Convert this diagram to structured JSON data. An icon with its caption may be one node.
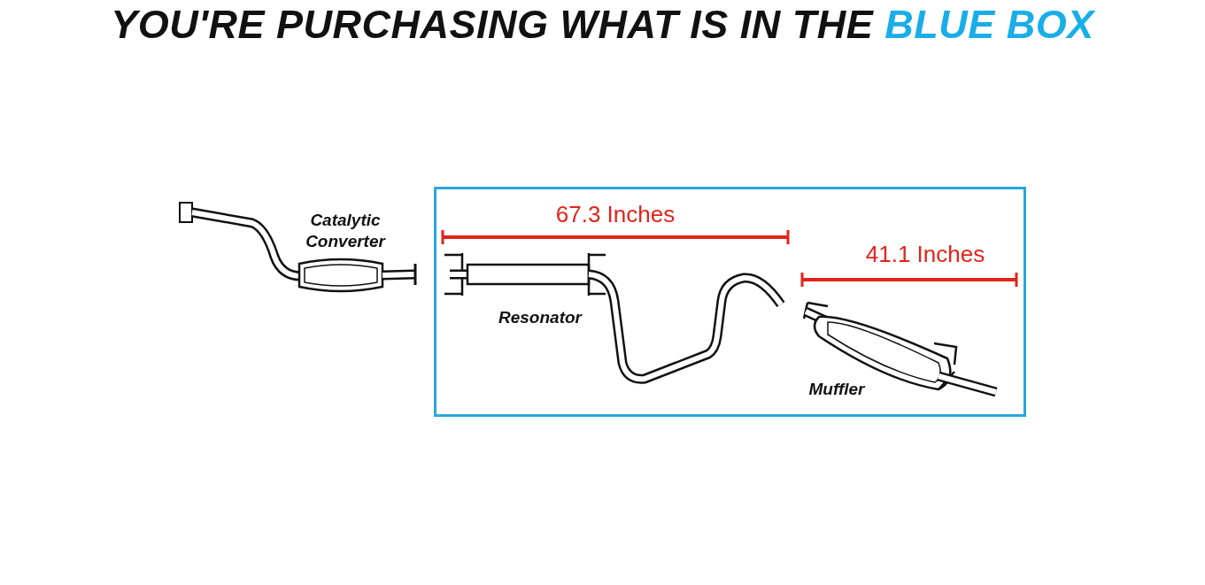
{
  "diagram": {
    "title": "YOU'RE PURCHASING WHAT IS IN THE BLUE BOX",
    "nodes": [
      {
        "text": [],
        "shape": "box"
      }
    ],
    "labels": [
      "Catalytic Converter",
      "67.3 Inches",
      "Resonator",
      "41.1 Inches",
      "Muffler"
    ]
  }
}
